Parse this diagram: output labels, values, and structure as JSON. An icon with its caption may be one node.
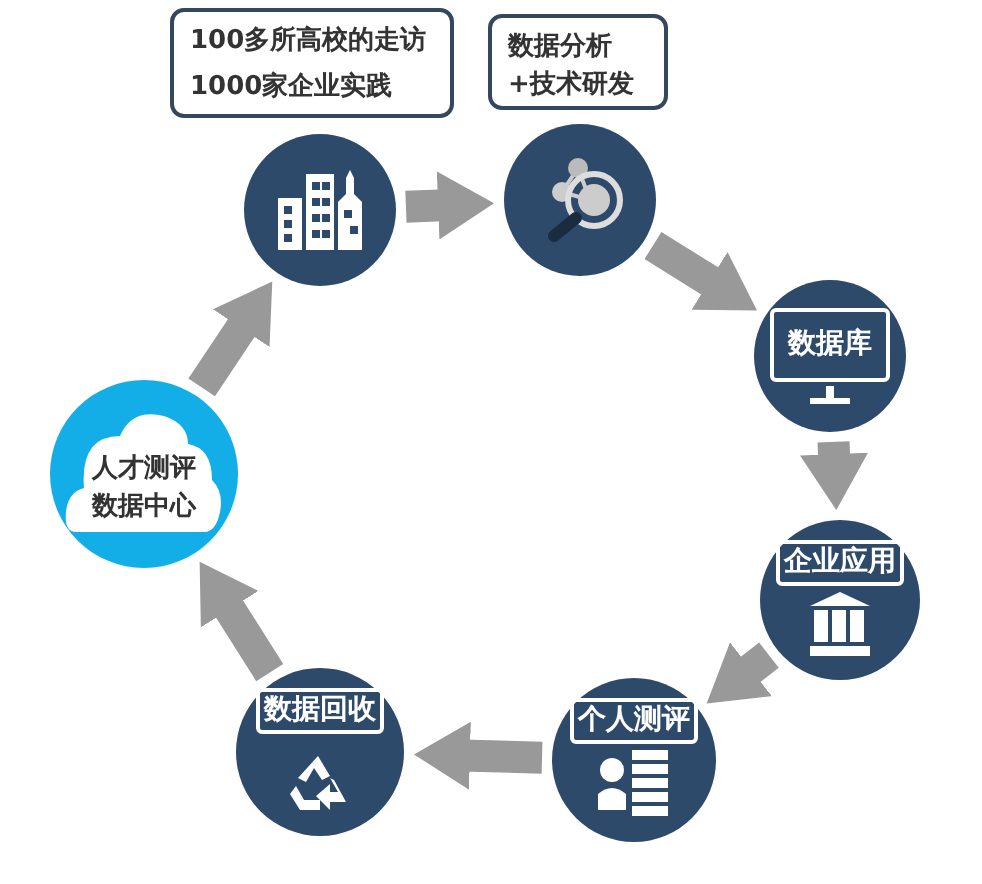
{
  "diagram": {
    "nodes": [
      {
        "text": [
          "人才测评数据中心"
        ]
      },
      {
        "text": [],
        "shape": "circle",
        "beside": [
          "100多所高校的走访",
          "1000家企业实践"
        ]
      },
      {
        "text": [],
        "shape": "circle",
        "beside": [
          "数据分析+技术研发"
        ]
      },
      {
        "text": [
          "数据库"
        ]
      },
      {
        "text": [
          "企业应用"
        ]
      },
      {
        "text": [
          "个人测评"
        ]
      },
      {
        "text": [
          "数据回收"
        ]
      }
    ],
    "edges": [
      {
        "from": 0,
        "to": 1,
        "arrow": "to"
      },
      {
        "from": 1,
        "to": 2,
        "arrow": "to"
      },
      {
        "from": 2,
        "to": 3,
        "arrow": "to"
      },
      {
        "from": 3,
        "to": 4,
        "arrow": "to"
      },
      {
        "from": 4,
        "to": 5,
        "arrow": "to"
      },
      {
        "from": 5,
        "to": 6,
        "arrow": "to"
      },
      {
        "from": 6,
        "to": 0,
        "arrow": "to"
      }
    ]
  }
}
